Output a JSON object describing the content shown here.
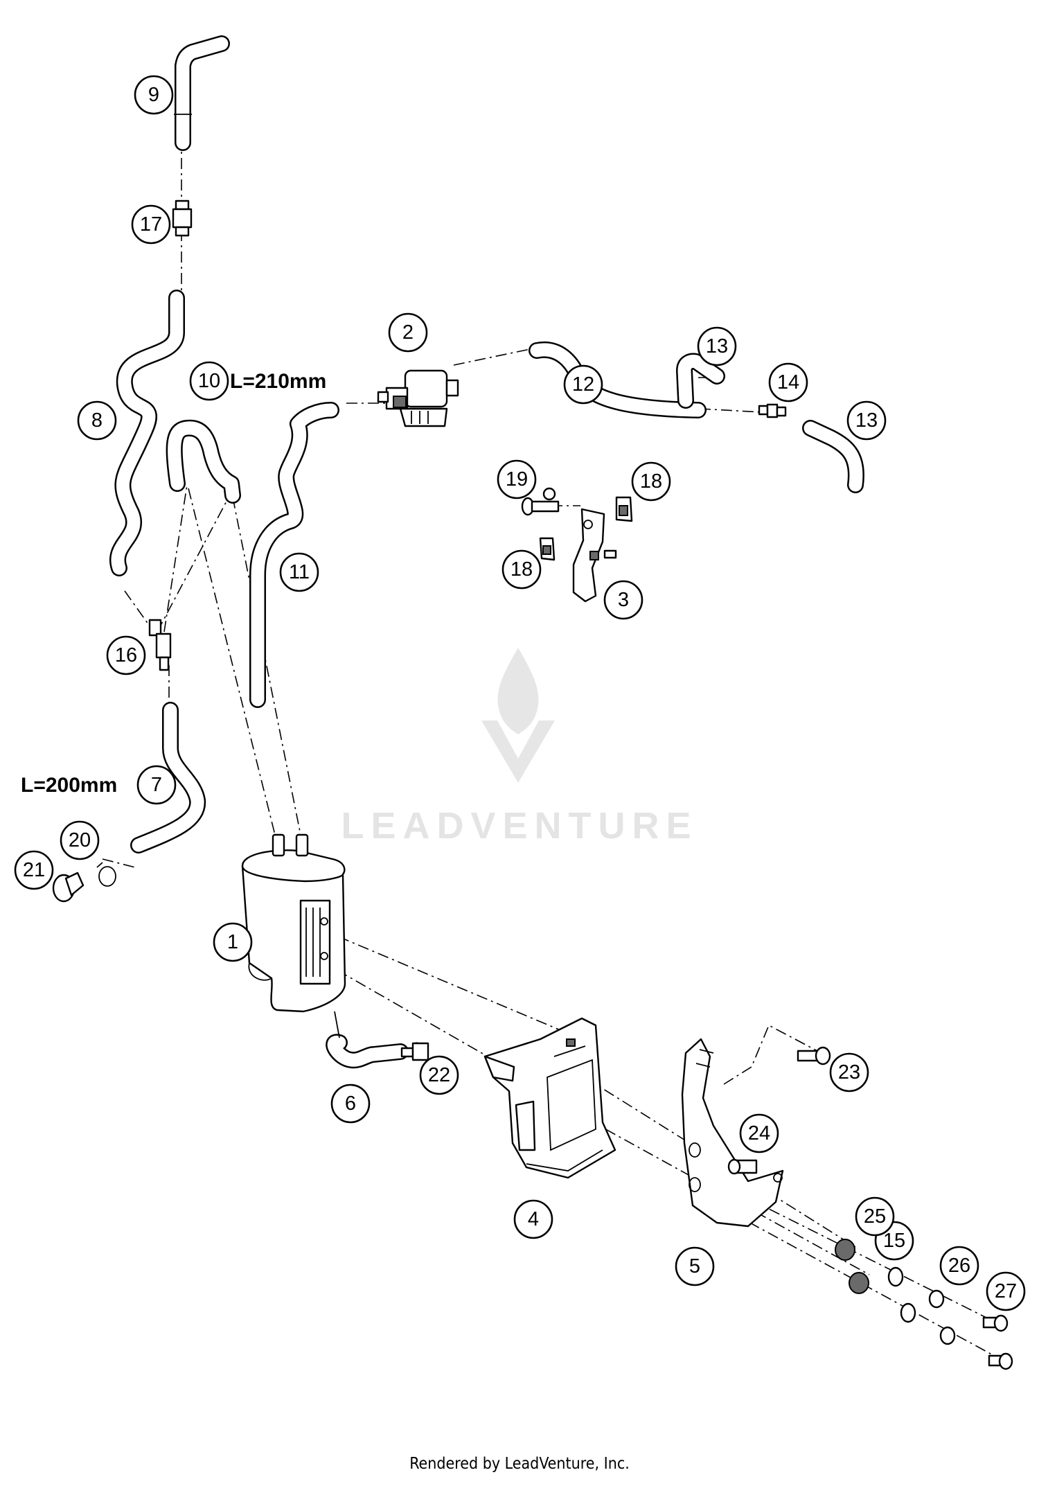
{
  "callouts": [
    "1",
    "2",
    "3",
    "4",
    "5",
    "6",
    "7",
    "8",
    "9",
    "10",
    "11",
    "12",
    "13",
    "13",
    "14",
    "15",
    "16",
    "17",
    "18",
    "18",
    "19",
    "20",
    "21",
    "22",
    "23",
    "24",
    "25",
    "26",
    "27"
  ],
  "length_labels": {
    "part_10": "L=210mm",
    "part_7": "L=200mm"
  },
  "watermark": {
    "text": "LEADVENTURE",
    "icon": "flame-v-logo-icon"
  },
  "footer": "Rendered by LeadVenture, Inc."
}
